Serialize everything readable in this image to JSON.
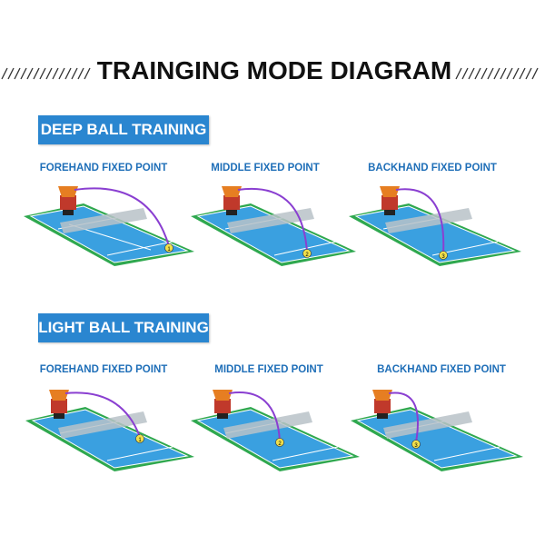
{
  "title": "TRAINGING MODE DIAGRAM",
  "sections": [
    {
      "label": "DEEP BALL TRAINING",
      "panels": [
        {
          "label": "FOREHAND FIXED POINT",
          "marker": "1"
        },
        {
          "label": "MIDDLE FIXED POINT",
          "marker": "2"
        },
        {
          "label": "BACKHAND FIXED POINT",
          "marker": "3"
        }
      ]
    },
    {
      "label": "LIGHT BALL TRAINING",
      "panels": [
        {
          "label": "FOREHAND FIXED POINT",
          "marker": "1"
        },
        {
          "label": "MIDDLE FIXED POINT",
          "marker": "2"
        },
        {
          "label": "BACKHAND FIXED POINT",
          "marker": "3"
        }
      ]
    }
  ],
  "colors": {
    "badge": "#2a86d0",
    "panel_label": "#1f6fb8",
    "court_outer": "#2fa84f",
    "court_inner": "#3aa0e0",
    "trajectory": "#8a3fd1",
    "machine": "#c0392b",
    "ball": "#f1e04a"
  }
}
